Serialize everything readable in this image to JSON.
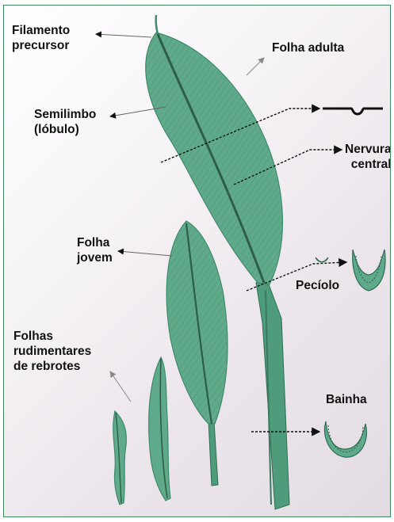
{
  "labels": {
    "filamento": "Filamento\nprecursor",
    "folha_adulta": "Folha adulta",
    "semilimbo": "Semilimbo\n(lóbulo)",
    "nervura": "Nervura\ncentral",
    "folha_jovem": "Folha\njovem",
    "peciolo": "Pecíolo",
    "folhas_rudimentares": "Folhas\nrudimentares\nde rebrotes",
    "bainha": "Bainha"
  },
  "colors": {
    "leaf": "#5faa8a",
    "leaf_dark": "#3f8a6c",
    "vein": "#2f5e48",
    "frame": "#3f8a5c"
  }
}
